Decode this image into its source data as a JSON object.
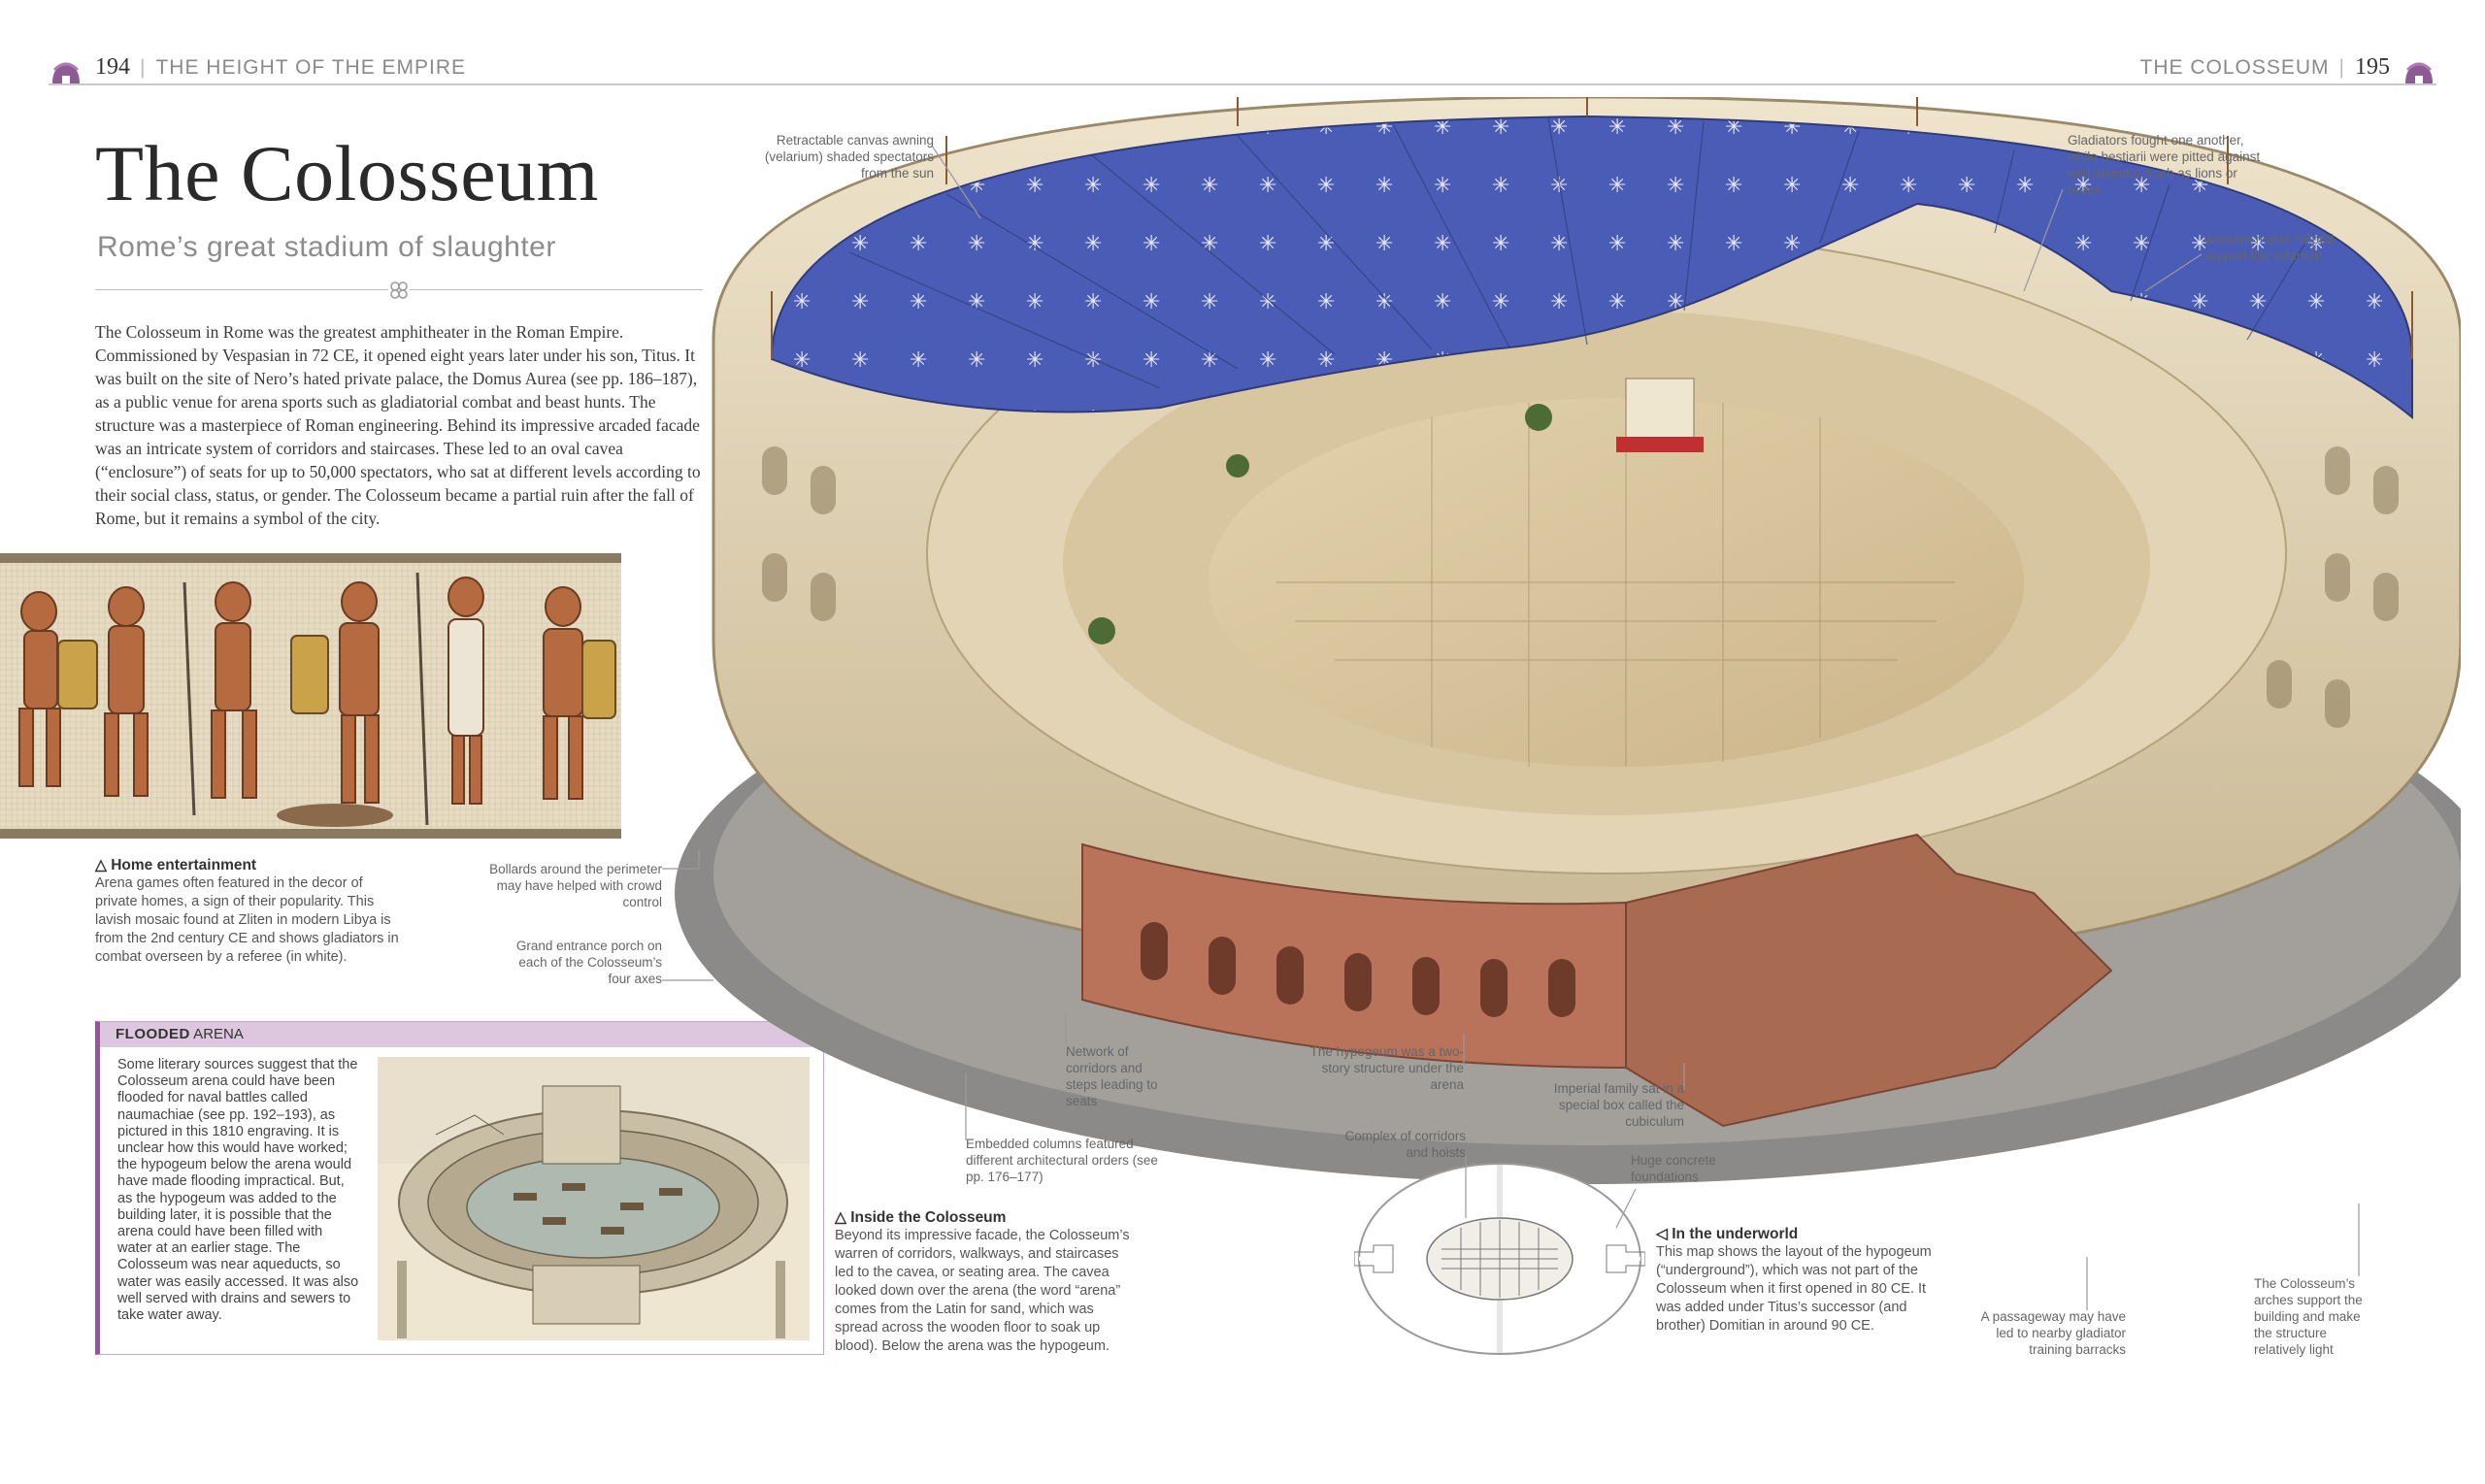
{
  "header": {
    "left_page_number": "194",
    "left_section": "THE HEIGHT OF THE EMPIRE",
    "right_section": "THE COLOSSEUM",
    "right_page_number": "195"
  },
  "title": "The Colosseum",
  "subtitle": "Rome’s great stadium of slaughter",
  "intro": "The Colosseum in Rome was the greatest amphitheater in the Roman Empire. Commissioned by Vespasian in 72 CE, it opened eight years later under his son, Titus. It was built on the site of Nero’s hated private palace, the Domus Aurea (see pp. 186–187), as a public venue for arena sports such as gladiatorial combat and beast hunts. The structure was a masterpiece of Roman engineering. Behind its impressive arcaded facade was an intricate system of corridors and staircases. These led to an oval cavea (“enclosure”) of seats for up to 50,000 spectators, who sat at different levels according to their social class, status, or gender. The Colosseum became a partial ruin after the fall of Rome, but it remains a symbol of the city.",
  "home_entertainment": {
    "heading": "Home entertainment",
    "text": "Arena games often featured in the decor of private homes, a sign of their popularity. This lavish mosaic found at Zliten in modern Libya is from the 2nd century CE and shows gladiators in combat overseen by a referee (in white)."
  },
  "flooded_arena": {
    "heading_bold": "FLOODED",
    "heading_rest": " ARENA",
    "text": "Some literary sources suggest that the Colosseum arena could have been flooded for naval battles called naumachiae (see pp. 192–193), as pictured in this 1810 engraving. It is unclear how this would have worked; the hypogeum below the arena would have made flooding impractical. But, as the hypogeum was added to the building later, it is possible that the arena could have been filled with water at an earlier stage. The Colosseum was near aqueducts, so water was easily accessed. It was also well served with drains and sewers to take water away."
  },
  "inside": {
    "heading": "Inside the Colosseum",
    "text": "Beyond its impressive facade, the Colosseum’s warren of corridors, walkways, and staircases led to the cavea, or seating area. The cavea looked down over the arena (the word “arena” comes from the Latin for sand, which was spread across the wooden floor to soak up blood). Below the arena was the hypogeum."
  },
  "underworld": {
    "heading": "In the underworld",
    "text": "This map shows the layout of the hypogeum (“underground”), which was not part of the Colosseum when it first opened in 80 CE. It was added under Titus’s successor (and brother) Domitian in around 90 CE."
  },
  "labels": {
    "awning": "Retractable canvas awning (velarium) shaded spectators from the sun",
    "gladiators": "Gladiators fought one another, while bestiarii were pitted against wild animals, such as lions or bears",
    "masts": "Wooden masts helped support the velarium",
    "bollards": "Bollards around the perimeter may have helped with crowd control",
    "entrance": "Grand entrance porch on each of the Colosseum’s four axes",
    "corridors": "Network of corridors and steps leading to seats",
    "columns": "Embedded columns featured different architectural orders (see pp. 176–177)",
    "hypogeum": "The hypogeum was a two-story structure under the arena",
    "imperial": "Imperial family sat in a special box called the cubiculum",
    "hoists": "Complex of corridors and hoists",
    "foundations": "Huge concrete foundations",
    "passageway": "A passageway may have led to nearby gladiator training barracks",
    "arches": "The Colosseum’s arches support the building and make the structure relatively light"
  },
  "colors": {
    "accent_purple": "#8e5a93",
    "box_header": "#dcc7de",
    "awning_blue": "#4a5cb5",
    "stone": "#e8dcc4",
    "brick": "#b8735a"
  }
}
